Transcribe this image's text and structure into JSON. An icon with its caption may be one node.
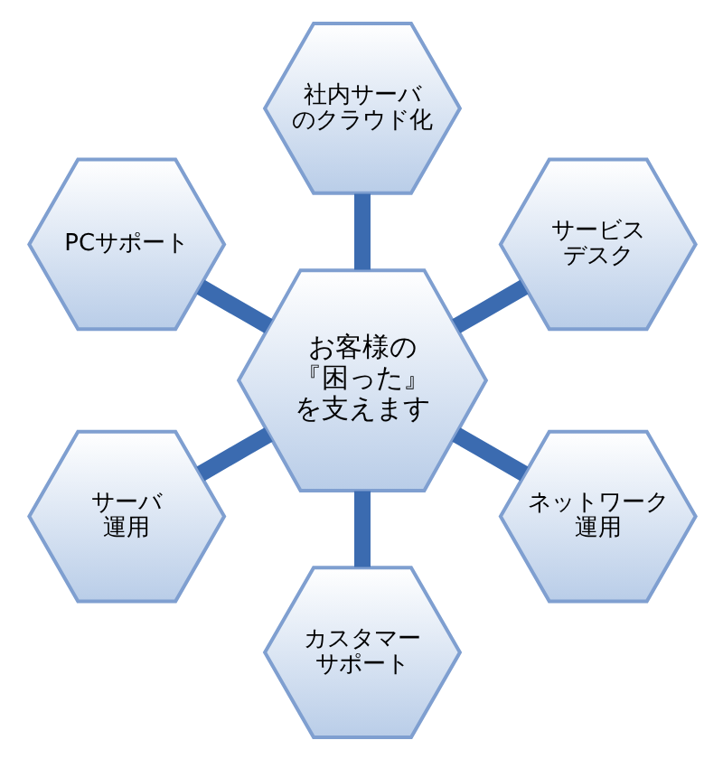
{
  "diagram": {
    "nodes": [
      {
        "text": [
          "サービスデスク"
        ]
      },
      {
        "text": [
          "社内サーバのクラウド化"
        ]
      },
      {
        "text": [
          "PCサポート"
        ]
      },
      {
        "text": [
          "お客様の『困った』を支えます"
        ]
      },
      {
        "text": [
          "サーバ運用"
        ]
      },
      {
        "text": [
          "カスタマーサポート"
        ]
      },
      {
        "text": [
          "ネットワーク運用"
        ]
      }
    ],
    "edges": [
      {
        "from": 3,
        "to": 2,
        "arrow": "none"
      },
      {
        "from": 3,
        "to": 0,
        "arrow": "none"
      },
      {
        "from": 3,
        "to": 1,
        "arrow": "none"
      },
      {
        "from": 3,
        "to": 4,
        "arrow": "none"
      },
      {
        "from": 3,
        "to": 6,
        "arrow": "none"
      },
      {
        "from": 3,
        "to": 5,
        "arrow": "none"
      }
    ]
  }
}
